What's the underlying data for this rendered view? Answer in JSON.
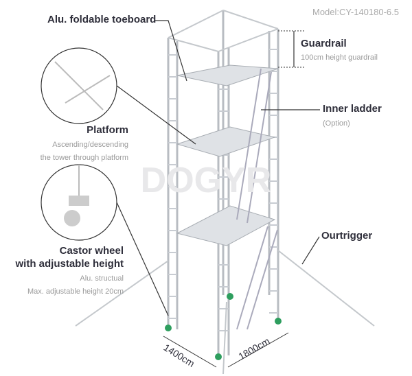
{
  "model": "Model:CY-140180-6.5",
  "watermark": "DOGYR",
  "labels": {
    "toeboard": {
      "title": "Alu. foldable toeboard"
    },
    "guardrail": {
      "title": "Guardrail",
      "sub": "100cm height guardrail"
    },
    "ladder": {
      "title": "Inner ladder",
      "sub": "(Option)"
    },
    "platform": {
      "title": "Platform",
      "sub1": "Ascending/descending",
      "sub2": "the tower through platform"
    },
    "castor": {
      "title1": "Castor wheel",
      "title2": "with adjustable height",
      "sub1": "Alu. structual",
      "sub2": "Max. adjustable height 20cm"
    },
    "outrigger": {
      "title": "Ourtrigger"
    }
  },
  "dimensions": {
    "width": "1400cm",
    "length": "1800cm"
  }
}
